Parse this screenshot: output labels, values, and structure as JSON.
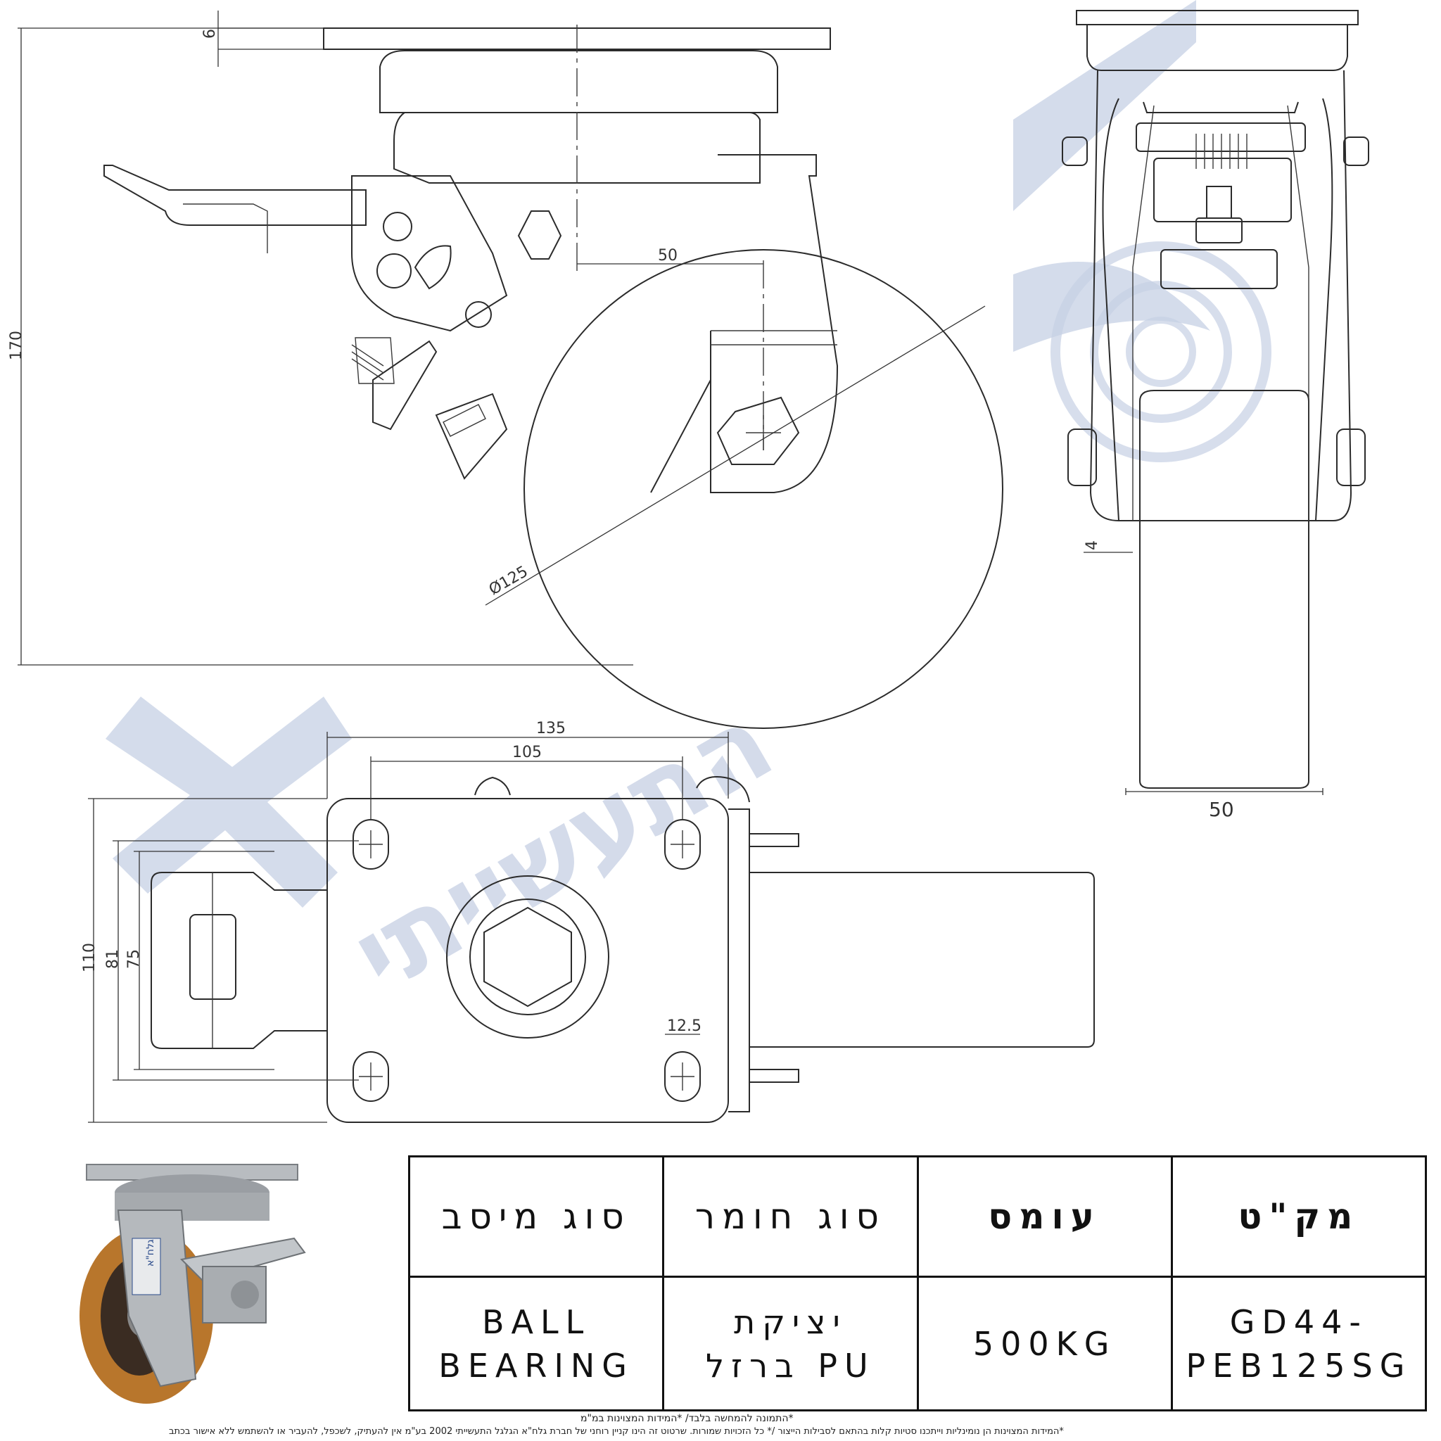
{
  "dimensions": {
    "plate_thickness": "6",
    "height": "170",
    "offset": "50",
    "wheel_diameter": "Ø125",
    "side_width": "50",
    "side_gap": "4",
    "plate_length": "135",
    "hole_spacing_long": "105",
    "plate_width": "110",
    "hole_spacing_wide": "81",
    "inner_width": "75",
    "slot_width": "12.5"
  },
  "watermark": {
    "text": "התעשייתי",
    "letter": "א"
  },
  "photo": {
    "badge": "גלח\"א"
  },
  "spec_table": {
    "headers": [
      "סוג מיסב",
      "סוג חומר",
      "עומס",
      "מק\"ט"
    ],
    "values": [
      {
        "line1": "BALL",
        "line2": "BEARING"
      },
      {
        "line1": "יציקת",
        "line2": "ברזל PU"
      },
      {
        "line1": "500KG",
        "line2": ""
      },
      {
        "line1": "GD44-",
        "line2": "PEB125SG"
      }
    ]
  },
  "notes": {
    "line1": "*התמונה להמחשה בלבד/ *המידות המצוינות במ\"מ",
    "line2": "*המידות המצוינות הן נומינליות וייתכנו סטיות קלות בהתאם לסבילות הייצור /* כל הזכויות שמורות. שרטוט זה הינו קניין רוחני של חברת גלח\"א הגלגל התעשייתי 2002 בע\"מ אין להעתיק, לשכפל, להעביר או להשתמש ללא אישור בכתב"
  },
  "colors": {
    "line": "#2b2b2b",
    "watermark": "#c6d0e4",
    "wheel": "#b8762c"
  }
}
